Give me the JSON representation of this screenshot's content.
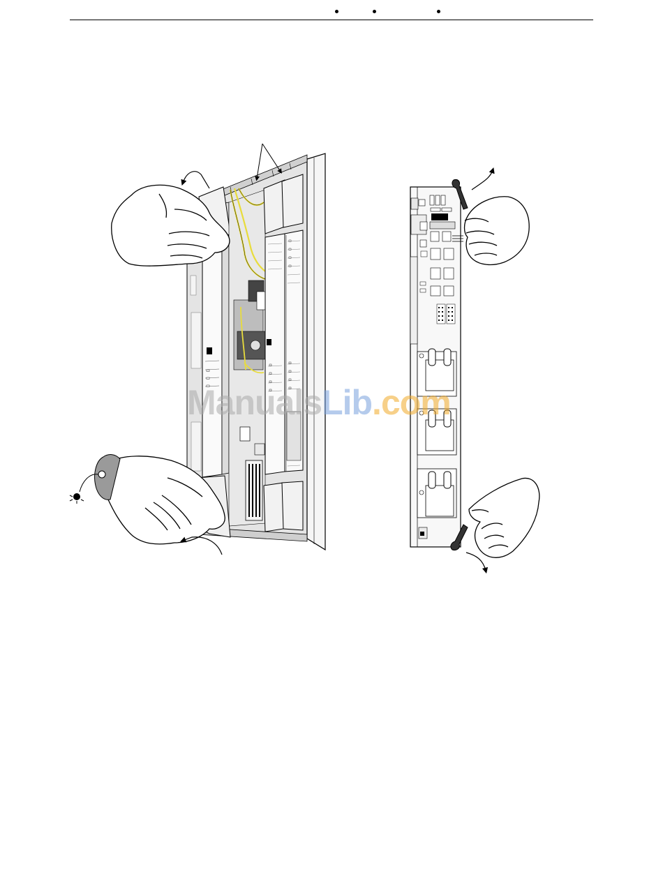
{
  "watermark": {
    "part1": "Manuals",
    "part2": "Lib",
    "part3": ".com"
  },
  "colors": {
    "watermark_gray": "#aaaaaa",
    "watermark_blue": "#78a0dc",
    "watermark_orange": "#f0aa28",
    "cable_yellow": "#e8dc3c"
  }
}
